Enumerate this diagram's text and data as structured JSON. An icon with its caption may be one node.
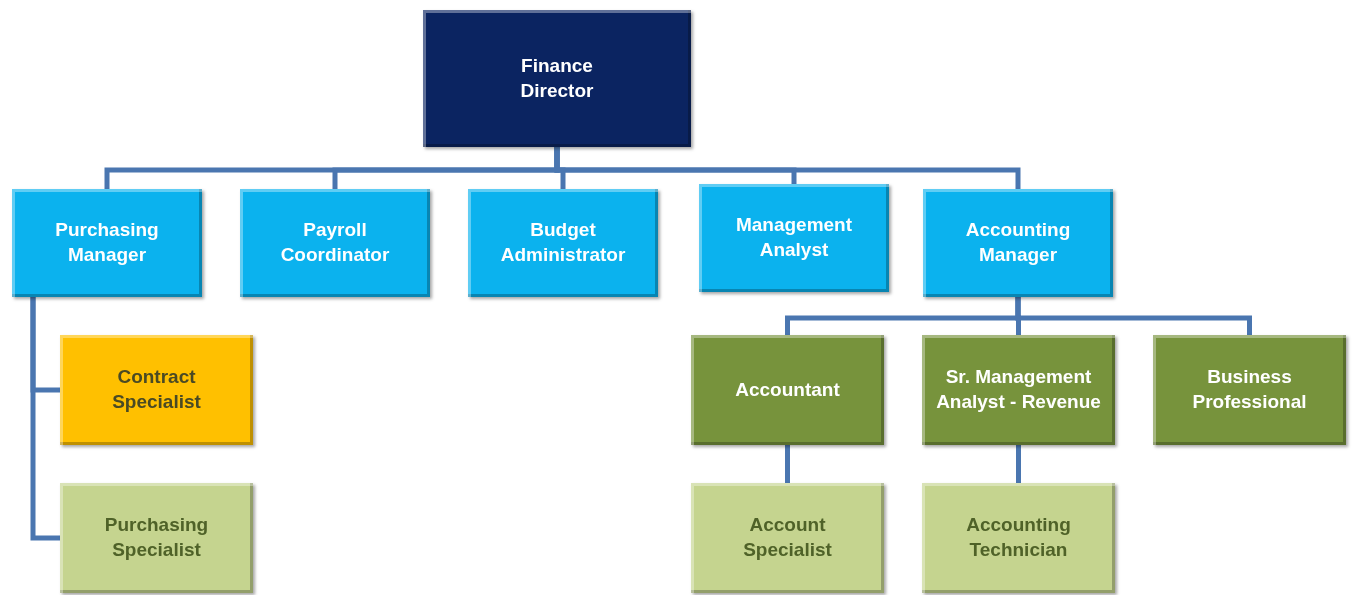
{
  "diagram": {
    "nodes": [
      {
        "text": [
          "Finance Director"
        ]
      },
      {
        "text": [
          "Purchasing Manager"
        ]
      },
      {
        "text": [
          "Payroll Coordinator"
        ]
      },
      {
        "text": [
          "Budget Administrator"
        ]
      },
      {
        "text": [
          "Management Analyst"
        ]
      },
      {
        "text": [
          "Accounting Manager"
        ]
      },
      {
        "text": [
          "Contract Specialist"
        ]
      },
      {
        "text": [
          "Purchasing Specialist"
        ]
      },
      {
        "text": [
          "Accountant"
        ]
      },
      {
        "text": [
          "Sr. Management Analyst - Revenue"
        ]
      },
      {
        "text": [
          "Business Professional"
        ]
      },
      {
        "text": [
          "Account Specialist"
        ]
      },
      {
        "text": [
          "Accounting Technician"
        ]
      }
    ],
    "edges": [
      {
        "from": 0,
        "to": 1,
        "arrow": "none"
      },
      {
        "from": 0,
        "to": 2,
        "arrow": "none"
      },
      {
        "from": 0,
        "to": 3,
        "arrow": "none"
      },
      {
        "from": 0,
        "to": 4,
        "arrow": "none"
      },
      {
        "from": 0,
        "to": 5,
        "arrow": "none"
      },
      {
        "from": 1,
        "to": 6,
        "arrow": "none"
      },
      {
        "from": 1,
        "to": 7,
        "arrow": "none"
      },
      {
        "from": 5,
        "to": 8,
        "arrow": "none"
      },
      {
        "from": 5,
        "to": 9,
        "arrow": "none"
      },
      {
        "from": 5,
        "to": 10,
        "arrow": "none"
      },
      {
        "from": 8,
        "to": 11,
        "arrow": "none"
      },
      {
        "from": 9,
        "to": 12,
        "arrow": "none"
      }
    ]
  }
}
